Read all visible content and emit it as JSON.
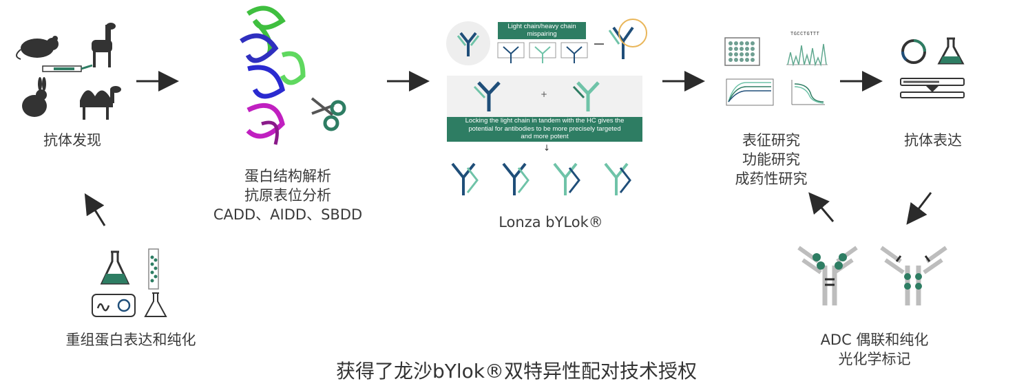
{
  "colors": {
    "teal": "#2e7d63",
    "navy": "#1f4e79",
    "light_teal": "#6fc3a8",
    "gray": "#bdbdbd",
    "dark": "#2b2b2b"
  },
  "steps": {
    "discovery": {
      "label": "抗体发现",
      "icons": [
        "mouse-icon",
        "llama-icon",
        "rabbit-icon",
        "camel-icon",
        "syringe-icon"
      ]
    },
    "structure": {
      "lines": [
        "蛋白结构解析",
        "抗原表位分析",
        "CADD、AIDD、SBDD"
      ],
      "icons": [
        "protein-structure-icon",
        "scissors-icon"
      ]
    },
    "bylok": {
      "label": "Lonza bYLok®",
      "box1": "Light chain/heavy chain mispairing",
      "plus": "+",
      "box2": "Locking the light chain in tandem with the HC gives the potential for antibodies to be more precisely targeted and more potent",
      "down_arrow": "↓"
    },
    "characterization": {
      "lines": [
        "表征研究",
        "功能研究",
        "成药性研究"
      ],
      "sequence_text": "TGCCTGTTT"
    },
    "expression": {
      "label": "抗体表达",
      "icons": [
        "plasmid-icon",
        "flask-icon",
        "balance-icon"
      ]
    },
    "adc": {
      "lines": [
        "ADC 偶联和纯化",
        "光化学标记"
      ]
    },
    "recombinant": {
      "label": "重组蛋白表达和纯化",
      "icons": [
        "flask-icon",
        "column-icon",
        "plasmid-icon",
        "flask-icon"
      ]
    }
  },
  "footer": "获得了龙沙bYlok®双特异性配对技术授权"
}
